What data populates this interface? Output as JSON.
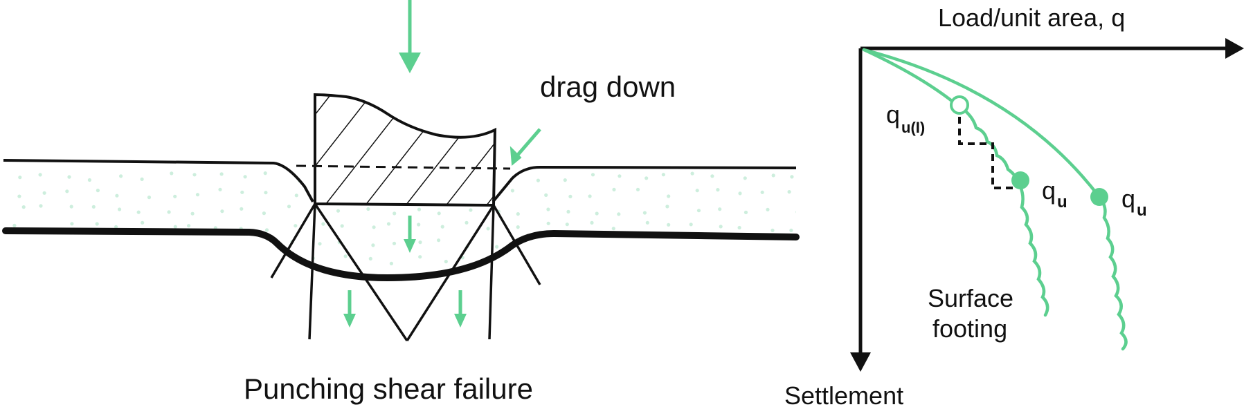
{
  "diagram": {
    "failure_mode_label": "Punching shear failure",
    "drag_down_label": "drag down",
    "plot": {
      "x_axis_label": "Load/unit area, q",
      "y_axis_label": "Settlement",
      "curve_label_line1": "Surface",
      "curve_label_line2": "footing",
      "point_qu1_main": "q",
      "point_qu1_sub": "u(I)",
      "point_qu_main": "q",
      "point_qu_sub": "u",
      "point_qu2_main": "q",
      "point_qu2_sub": "u"
    },
    "colors": {
      "accent_green": "#5ccf8f",
      "line_black": "#111111",
      "dot_green": "#cdeedd"
    }
  }
}
